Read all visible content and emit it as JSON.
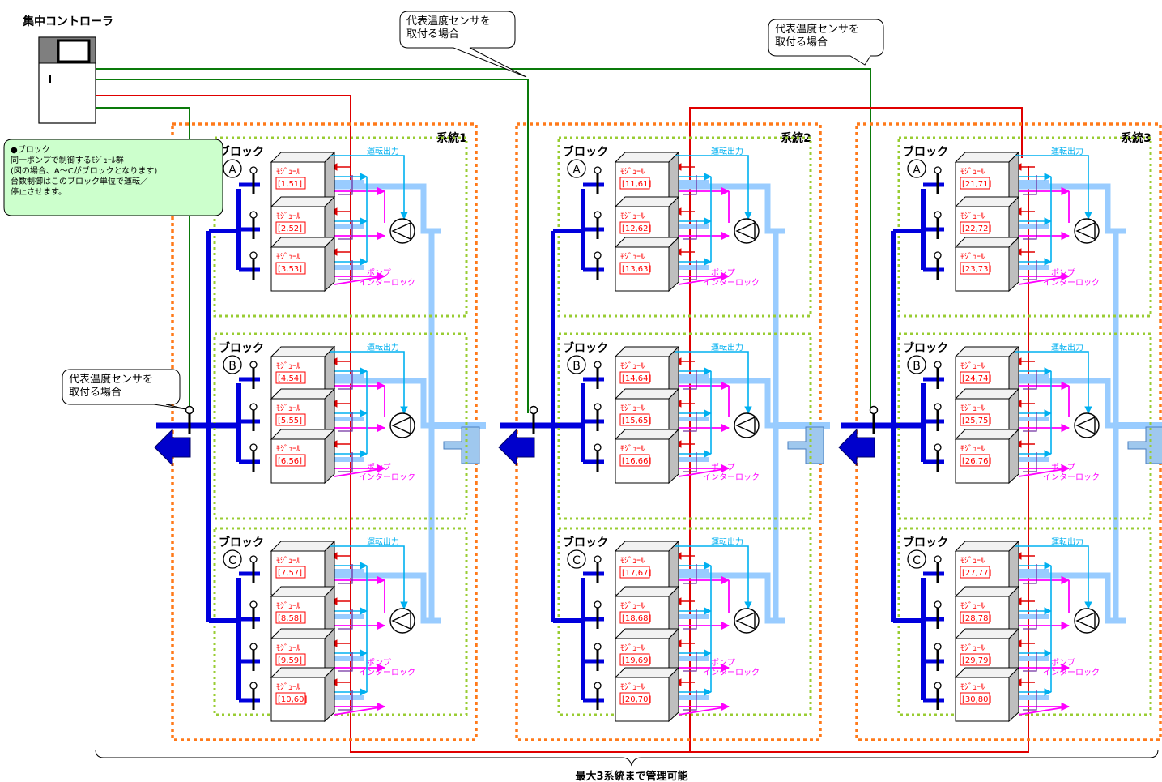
{
  "controller": {
    "label": "集中コントローラ"
  },
  "callouts": {
    "sensor_top_1": [
      "代表温度センサを",
      "取付る場合"
    ],
    "sensor_top_2": [
      "代表温度センサを",
      "取付る場合"
    ],
    "sensor_left": [
      "代表温度センサを",
      "取付る場合"
    ],
    "block_note": [
      "●ブロック",
      "同一ポンプで制御するﾓｼﾞｭｰﾙ群",
      "(図の場合、A～Cがブロックとなります)",
      "台数制御はこのブロック単位で運転／",
      "停止させます。"
    ]
  },
  "labels": {
    "block": "ブロック",
    "module": "ﾓｼﾞｭｰﾙ",
    "run_output": "運転出力",
    "pump_interlock": [
      "ポンプ",
      "インターロック"
    ]
  },
  "systems": [
    {
      "name": "系統1",
      "blocks": [
        {
          "letter": "A",
          "modules": [
            "[1,51]",
            "[2,52]",
            "[3,53]"
          ]
        },
        {
          "letter": "B",
          "modules": [
            "[4,54]",
            "[5,55]",
            "[6,56]"
          ]
        },
        {
          "letter": "C",
          "modules": [
            "[7,57]",
            "[8,58]",
            "[9,59]",
            "[10,60]"
          ]
        }
      ]
    },
    {
      "name": "系統2",
      "blocks": [
        {
          "letter": "A",
          "modules": [
            "[11,61]",
            "[12,62]",
            "[13,63]"
          ]
        },
        {
          "letter": "B",
          "modules": [
            "[14,64]",
            "[15,65]",
            "[16,66]"
          ]
        },
        {
          "letter": "C",
          "modules": [
            "[17,67]",
            "[18,68]",
            "[19,69]",
            "[20,70]"
          ]
        }
      ]
    },
    {
      "name": "系統3",
      "blocks": [
        {
          "letter": "A",
          "modules": [
            "[21,71]",
            "[22,72]",
            "[23,73]"
          ]
        },
        {
          "letter": "B",
          "modules": [
            "[24,74]",
            "[25,75]",
            "[26,76]"
          ]
        },
        {
          "letter": "C",
          "modules": [
            "[27,77]",
            "[28,78]",
            "[29,79]",
            "[30,80]"
          ]
        }
      ]
    }
  ],
  "footer": "最大3系統まで管理可能",
  "colors": {
    "system_border": "#ff7a1a",
    "block_border": "#99cc33",
    "supply_pipe": "#0000dd",
    "return_pipe": "#99ccff",
    "control_line": "#e00000",
    "sensor_line": "#0a7a0a",
    "run_output": "#00b0f0",
    "pump_interlock": "#ff00ff",
    "signal_purple": "#7030a0",
    "module_text": "#ff0000"
  }
}
